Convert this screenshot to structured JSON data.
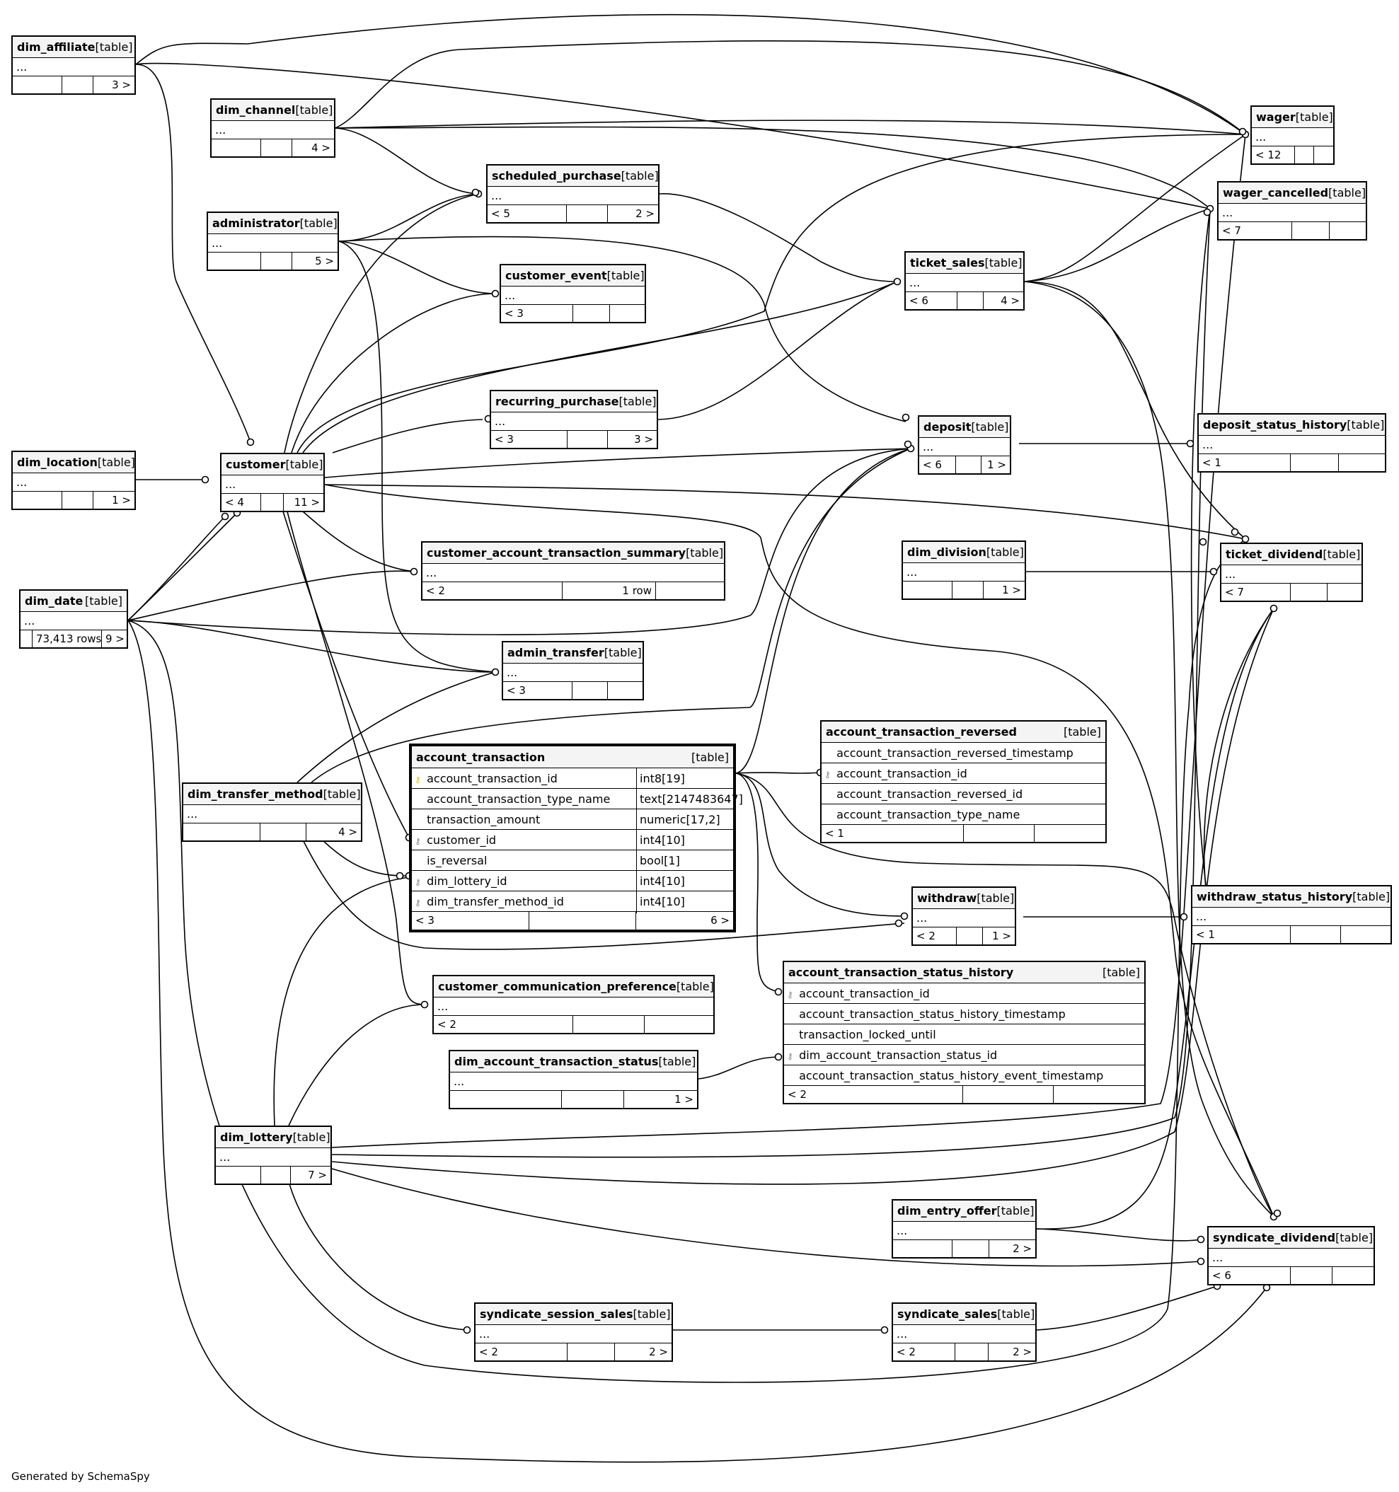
{
  "credit": "Generated by SchemaSpy",
  "tables": {
    "dim_affiliate": {
      "name": "dim_affiliate",
      "type": "[table]",
      "cols": "...",
      "foot": [
        "",
        "",
        "3 >"
      ]
    },
    "dim_channel": {
      "name": "dim_channel",
      "type": "[table]",
      "cols": "...",
      "foot": [
        "",
        "",
        "4 >"
      ]
    },
    "administrator": {
      "name": "administrator",
      "type": "[table]",
      "cols": "...",
      "foot": [
        "",
        "",
        "5 >"
      ]
    },
    "scheduled_purchase": {
      "name": "scheduled_purchase",
      "type": "[table]",
      "cols": "...",
      "foot": [
        "< 5",
        "",
        "2 >"
      ]
    },
    "customer_event": {
      "name": "customer_event",
      "type": "[table]",
      "cols": "...",
      "foot": [
        "< 3",
        "",
        ""
      ]
    },
    "recurring_purchase": {
      "name": "recurring_purchase",
      "type": "[table]",
      "cols": "...",
      "foot": [
        "< 3",
        "",
        "3 >"
      ]
    },
    "dim_location": {
      "name": "dim_location",
      "type": "[table]",
      "cols": "...",
      "foot": [
        "",
        "",
        "1 >"
      ]
    },
    "customer": {
      "name": "customer",
      "type": "[table]",
      "cols": "...",
      "foot": [
        "< 4",
        "",
        "11 >"
      ]
    },
    "dim_date": {
      "name": "dim_date",
      "type": "[table]",
      "cols": "...",
      "foot": [
        "",
        "73,413 rows",
        "9 >"
      ]
    },
    "customer_account_transaction_summary": {
      "name": "customer_account_transaction_summary",
      "type": "[table]",
      "cols": "...",
      "foot": [
        "< 2",
        "1 row",
        ""
      ]
    },
    "admin_transfer": {
      "name": "admin_transfer",
      "type": "[table]",
      "cols": "...",
      "foot": [
        "< 3",
        "",
        ""
      ]
    },
    "dim_transfer_method": {
      "name": "dim_transfer_method",
      "type": "[table]",
      "cols": "...",
      "foot": [
        "",
        "",
        "4 >"
      ]
    },
    "customer_communication_preference": {
      "name": "customer_communication_preference",
      "type": "[table]",
      "cols": "...",
      "foot": [
        "< 2",
        "",
        ""
      ]
    },
    "dim_account_transaction_status": {
      "name": "dim_account_transaction_status",
      "type": "[table]",
      "cols": "...",
      "foot": [
        "",
        "",
        "1 >"
      ]
    },
    "dim_lottery": {
      "name": "dim_lottery",
      "type": "[table]",
      "cols": "...",
      "foot": [
        "",
        "",
        "7 >"
      ]
    },
    "syndicate_session_sales": {
      "name": "syndicate_session_sales",
      "type": "[table]",
      "cols": "...",
      "foot": [
        "< 2",
        "",
        "2 >"
      ]
    },
    "wager": {
      "name": "wager",
      "type": "[table]",
      "cols": "...",
      "foot": [
        "< 12",
        "",
        ""
      ]
    },
    "wager_cancelled": {
      "name": "wager_cancelled",
      "type": "[table]",
      "cols": "...",
      "foot": [
        "< 7",
        "",
        ""
      ]
    },
    "ticket_sales": {
      "name": "ticket_sales",
      "type": "[table]",
      "cols": "...",
      "foot": [
        "< 6",
        "",
        "4 >"
      ]
    },
    "deposit": {
      "name": "deposit",
      "type": "[table]",
      "cols": "...",
      "foot": [
        "< 6",
        "",
        "1 >"
      ]
    },
    "deposit_status_history": {
      "name": "deposit_status_history",
      "type": "[table]",
      "cols": "...",
      "foot": [
        "< 1",
        "",
        ""
      ]
    },
    "dim_division": {
      "name": "dim_division",
      "type": "[table]",
      "cols": "...",
      "foot": [
        "",
        "",
        "1 >"
      ]
    },
    "ticket_dividend": {
      "name": "ticket_dividend",
      "type": "[table]",
      "cols": "...",
      "foot": [
        "< 7",
        "",
        ""
      ]
    },
    "withdraw": {
      "name": "withdraw",
      "type": "[table]",
      "cols": "...",
      "foot": [
        "< 2",
        "",
        "1 >"
      ]
    },
    "withdraw_status_history": {
      "name": "withdraw_status_history",
      "type": "[table]",
      "cols": "...",
      "foot": [
        "< 1",
        "",
        ""
      ]
    },
    "dim_entry_offer": {
      "name": "dim_entry_offer",
      "type": "[table]",
      "cols": "...",
      "foot": [
        "",
        "",
        "2 >"
      ]
    },
    "syndicate_dividend": {
      "name": "syndicate_dividend",
      "type": "[table]",
      "cols": "...",
      "foot": [
        "< 6",
        "",
        ""
      ]
    },
    "syndicate_sales": {
      "name": "syndicate_sales",
      "type": "[table]",
      "cols": "...",
      "foot": [
        "< 2",
        "",
        "2 >"
      ]
    }
  },
  "account_transaction": {
    "name": "account_transaction",
    "type": "[table]",
    "rows": [
      {
        "key": "pk",
        "col": "account_transaction_id",
        "dtype": "int8[19]"
      },
      {
        "key": "",
        "col": "account_transaction_type_name",
        "dtype": "text[2147483647]"
      },
      {
        "key": "",
        "col": "transaction_amount",
        "dtype": "numeric[17,2]"
      },
      {
        "key": "fk",
        "col": "customer_id",
        "dtype": "int4[10]"
      },
      {
        "key": "",
        "col": "is_reversal",
        "dtype": "bool[1]"
      },
      {
        "key": "fk",
        "col": "dim_lottery_id",
        "dtype": "int4[10]"
      },
      {
        "key": "fk",
        "col": "dim_transfer_method_id",
        "dtype": "int4[10]"
      }
    ],
    "foot": [
      "< 3",
      "",
      "6 >"
    ]
  },
  "account_transaction_reversed": {
    "name": "account_transaction_reversed",
    "type": "[table]",
    "rows": [
      {
        "key": "",
        "col": "account_transaction_reversed_timestamp"
      },
      {
        "key": "fk",
        "col": "account_transaction_id"
      },
      {
        "key": "",
        "col": "account_transaction_reversed_id"
      },
      {
        "key": "",
        "col": "account_transaction_type_name"
      }
    ],
    "foot": [
      "< 1",
      "",
      ""
    ]
  },
  "account_transaction_status_history": {
    "name": "account_transaction_status_history",
    "type": "[table]",
    "rows": [
      {
        "key": "fk",
        "col": "account_transaction_id"
      },
      {
        "key": "",
        "col": "account_transaction_status_history_timestamp"
      },
      {
        "key": "",
        "col": "transaction_locked_until"
      },
      {
        "key": "fk",
        "col": "dim_account_transaction_status_id"
      },
      {
        "key": "",
        "col": "account_transaction_status_history_event_timestamp"
      }
    ],
    "foot": [
      "< 2",
      "",
      ""
    ]
  }
}
